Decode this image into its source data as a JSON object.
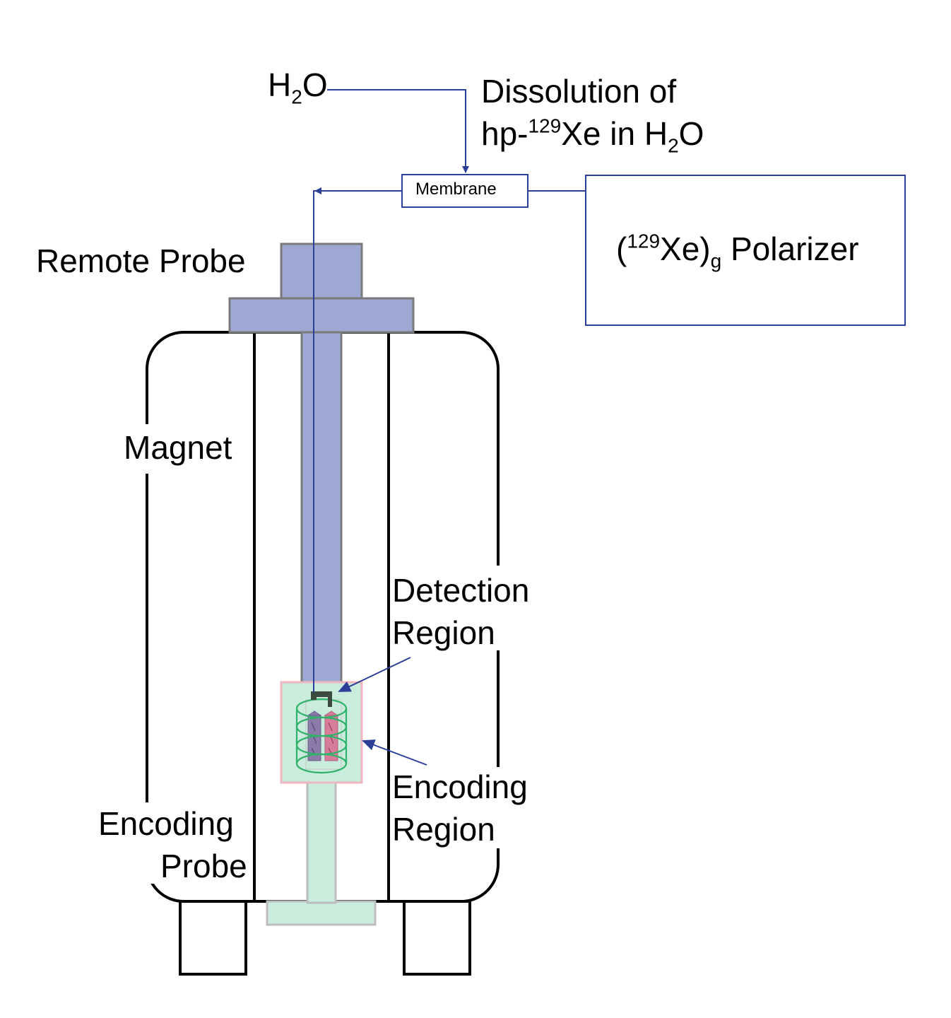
{
  "labels": {
    "water": {
      "base": "H",
      "sub": "2",
      "tail": "O"
    },
    "dissolution": {
      "line1": "Dissolution of",
      "line2_prefix": "hp-",
      "line2_sup": "129",
      "line2_mid": "Xe in H",
      "line2_sub": "2",
      "line2_tail": "O"
    },
    "membrane": "Membrane",
    "polarizer": {
      "open": "(",
      "sup": "129",
      "mid": "Xe)",
      "sub": "g",
      "tail": " Polarizer"
    },
    "remote_probe": "Remote Probe",
    "magnet": "Magnet",
    "detection_region": {
      "line1": "Detection",
      "line2": "Region"
    },
    "encoding_region": {
      "line1": "Encoding",
      "line2": "Region"
    },
    "encoding_probe": {
      "line1": "Encoding",
      "line2": "Probe"
    }
  },
  "colors": {
    "flow_line": "#2b3f98",
    "box_outline": "#2b3f98",
    "remote_probe_fill": "#9ea9d3",
    "remote_probe_stroke": "#7a7a7a",
    "encoding_probe_fill": "#c9ecdc",
    "encoding_probe_stroke": "#bdbdbd",
    "encoding_box_stroke": "#f0b6bf",
    "coil": "#2fb36a",
    "sample_purple": "#8c7aa8",
    "sample_pink": "#d77c9a",
    "magnet_outline": "#000000"
  }
}
